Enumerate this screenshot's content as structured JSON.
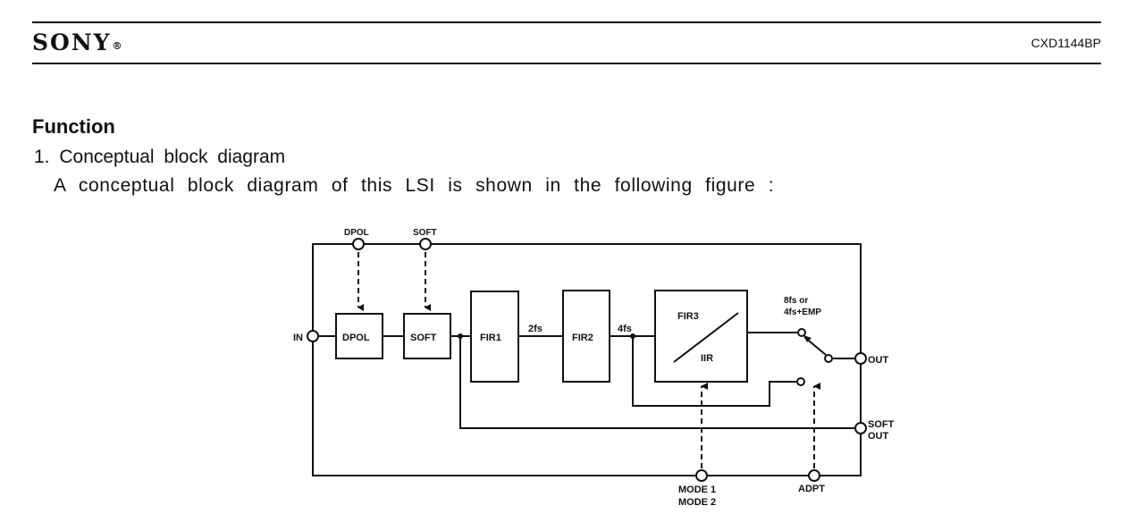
{
  "header": {
    "brand": "SONY",
    "brand_mark": "®",
    "part_number": "CXD1144BP"
  },
  "section": {
    "title": "Function",
    "subtitle": "1. Conceptual block diagram",
    "intro": "A conceptual block diagram of this LSI is shown in the following figure :"
  },
  "diagram": {
    "pins": {
      "in": "IN",
      "dpol": "DPOL",
      "soft": "SOFT",
      "out": "OUT",
      "soft_out_1": "SOFT",
      "soft_out_2": "OUT",
      "mode_1": "MODE 1",
      "mode_2": "MODE 2",
      "adpt": "ADPT"
    },
    "blocks": {
      "dpol": "DPOL",
      "soft": "SOFT",
      "fir1": "FIR1",
      "fir2": "FIR2",
      "fir3": "FIR3",
      "iir": "IIR"
    },
    "signals": {
      "rate_2fs": "2fs",
      "rate_4fs": "4fs",
      "switch_label_1": "8fs or",
      "switch_label_2": "4fs+EMP"
    }
  }
}
